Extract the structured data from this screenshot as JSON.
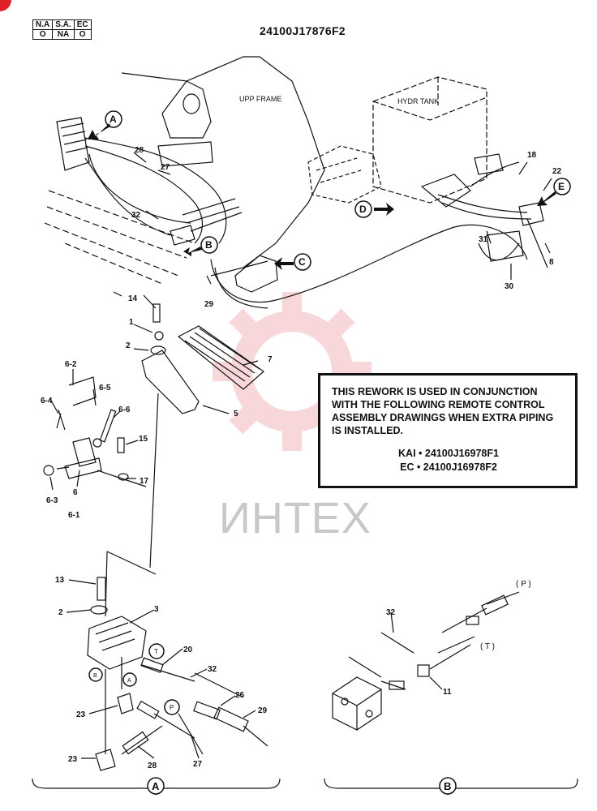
{
  "header": {
    "applicability": {
      "columns": [
        "N.A",
        "S.A.",
        "EC"
      ],
      "values": [
        "O",
        "NA",
        "O"
      ]
    },
    "drawing_number": "24100J17876F2"
  },
  "labels": {
    "upp_frame": "UPP FRAME",
    "hydr_tank": "HYDR TANK",
    "view_A": "A",
    "view_B": "B",
    "view_C": "C",
    "view_D": "D",
    "view_E": "E",
    "port_T": "T",
    "port_P": "P",
    "port_T_paren": "( T )",
    "port_P_paren": "( P )"
  },
  "callouts": {
    "c28": "28",
    "c27": "27",
    "c32": "32",
    "c29": "29",
    "c18": "18",
    "c22": "22",
    "c31": "31",
    "c8": "8",
    "c30": "30",
    "c14": "14",
    "c1": "1",
    "c2": "2",
    "c7": "7",
    "c5": "5",
    "c6_2": "6-2",
    "c6_5": "6-5",
    "c6_4": "6-4",
    "c6_6": "6-6",
    "c15": "15",
    "c6_3": "6-3",
    "c6": "6",
    "c6_1": "6-1",
    "c17": "17",
    "c13": "13",
    "c2b": "2",
    "c3": "3",
    "c20": "20",
    "c32b": "32",
    "c26": "26",
    "c23a": "23",
    "c29b": "29",
    "c23b": "23",
    "c28b": "28",
    "c27b": "27",
    "c32c": "32",
    "c11": "11"
  },
  "note": {
    "body": "THIS REWORK IS USED IN CONJUNCTION WITH THE FOLLOWING REMOTE CONTROL ASSEMBLY DRAWINGS WHEN EXTRA PIPING IS INSTALLED.",
    "ref_kai": "KAI • 24100J16978F1",
    "ref_ec": "EC • 24100J16978F2"
  },
  "watermark": "ИНТЕХ",
  "colors": {
    "ink": "#111111",
    "watermark_red": "#f2b8bb",
    "watermark_gray": "#c8c8c8",
    "corner": "#e0202a"
  }
}
